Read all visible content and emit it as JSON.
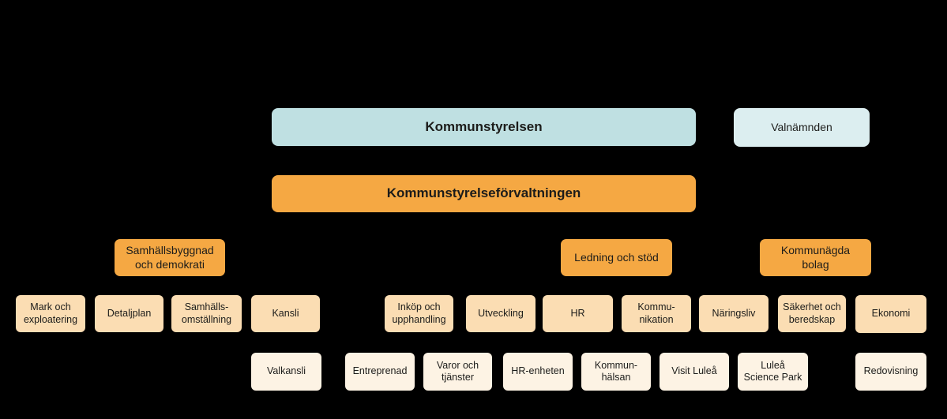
{
  "org_chart": {
    "root": {
      "label": "Kommunstyrelsen"
    },
    "valnamnden": {
      "label": "Valnämnden"
    },
    "forvaltning": {
      "label": "Kommunstyrelseförvaltningen"
    },
    "departments": [
      {
        "label": "Samhällsbyggnad\noch demokrati"
      },
      {
        "label": "Ledning och stöd"
      },
      {
        "label": "Kommunägda\nbolag"
      }
    ],
    "units": [
      {
        "label": "Mark och\nexploatering"
      },
      {
        "label": "Detaljplan"
      },
      {
        "label": "Samhälls-\nomställning"
      },
      {
        "label": "Kansli"
      },
      {
        "label": "Inköp och\nupphandling"
      },
      {
        "label": "Utveckling"
      },
      {
        "label": "HR"
      },
      {
        "label": "Kommu-\nnikation"
      },
      {
        "label": "Näringsliv"
      },
      {
        "label": "Säkerhet och\nberedskap"
      },
      {
        "label": "Ekonomi"
      }
    ],
    "subunits": [
      {
        "label": "Valkansli"
      },
      {
        "label": "Entreprenad"
      },
      {
        "label": "Varor och\ntjänster"
      },
      {
        "label": "HR-enheten"
      },
      {
        "label": "Kommun-\nhälsan"
      },
      {
        "label": "Visit Luleå"
      },
      {
        "label": "Luleå\nScience Park"
      },
      {
        "label": "Redovisning"
      }
    ]
  },
  "colors": {
    "background": "#000000",
    "teal_box": "#bfe0e2",
    "light_blue_box": "#dceef0",
    "orange_box": "#f5a843",
    "peach_box": "#fbddb3",
    "cream_box": "#fdf3e4",
    "text": "#1c1c1a"
  }
}
